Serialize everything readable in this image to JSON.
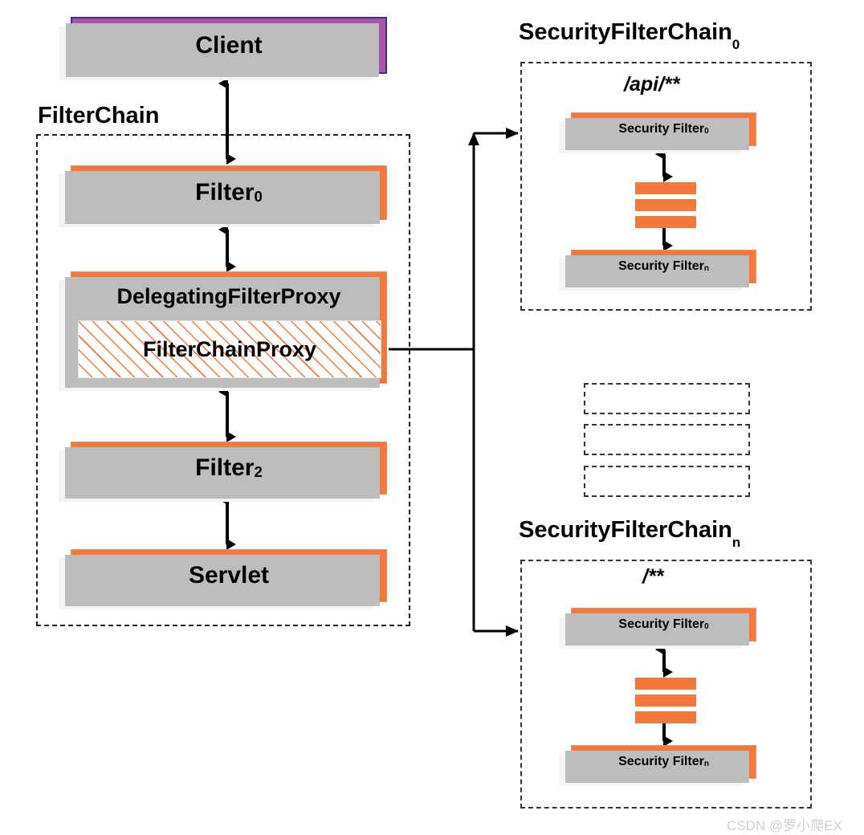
{
  "diagram": {
    "title": "Spring Security FilterChainProxy delegation diagram",
    "colors": {
      "orange": "#f2783c",
      "purple": "#a855a5",
      "purple_border": "#3b2f8f",
      "shadow_dark": "#bdbdbd",
      "shadow_light": "#f4f4f4",
      "dashed_border": "#222222",
      "watermark": "#cfcfcf"
    }
  },
  "client": {
    "label": "Client"
  },
  "filter_chain": {
    "group_title": "FilterChain",
    "nodes": [
      {
        "label": "Filter",
        "subscript": "0"
      },
      {
        "label": "DelegatingFilterProxy",
        "subscript": ""
      },
      {
        "label": "FilterChainProxy",
        "subscript": ""
      },
      {
        "label": "Filter",
        "subscript": "2"
      },
      {
        "label": "Servlet",
        "subscript": ""
      }
    ]
  },
  "security_chains": [
    {
      "group_title": "SecurityFilterChain",
      "group_subscript": "0",
      "path_pattern": "/api/**",
      "filters": [
        {
          "label": "Security Filter",
          "subscript": "0"
        },
        {
          "label": "Security Filter",
          "subscript": "n"
        }
      ]
    },
    {
      "group_title": "SecurityFilterChain",
      "group_subscript": "n",
      "path_pattern": "/**",
      "filters": [
        {
          "label": "Security Filter",
          "subscript": "0"
        },
        {
          "label": "Security Filter",
          "subscript": "n"
        }
      ]
    }
  ],
  "ellipsis_chains": {
    "count": 3,
    "label": ""
  },
  "watermark": {
    "text": "CSDN @罗小爬EX"
  }
}
